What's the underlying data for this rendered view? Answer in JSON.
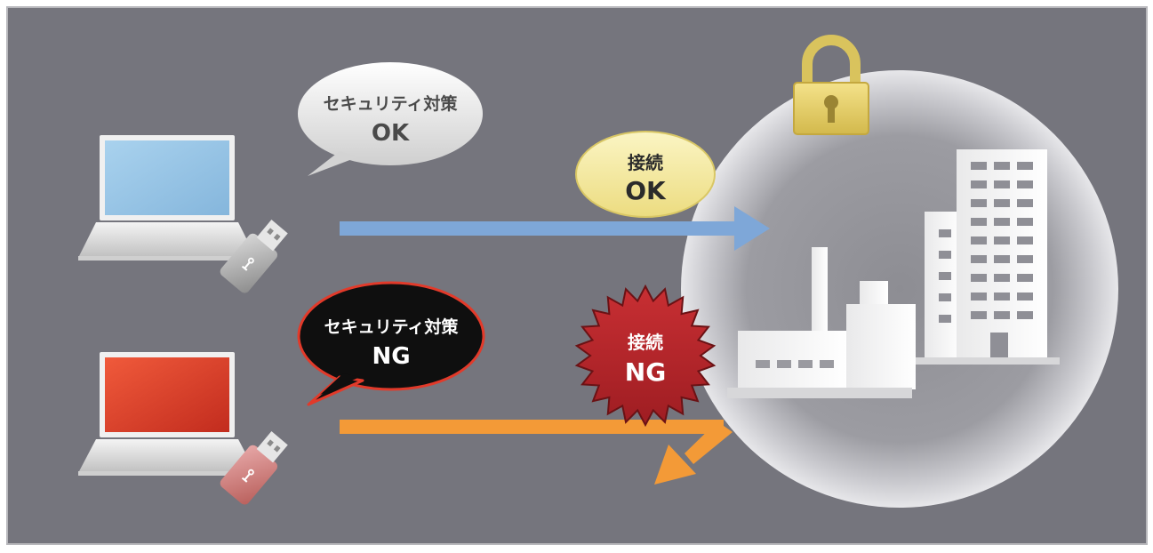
{
  "top_bubble": {
    "line1": "セキュリティ対策",
    "line2": "OK"
  },
  "bottom_bubble": {
    "line1": "セキュリティ対策",
    "line2": "NG"
  },
  "ok_badge": {
    "line1": "接続",
    "line2": "OK"
  },
  "ng_badge": {
    "line1": "接続",
    "line2": "NG"
  },
  "colors": {
    "background": "#75757d",
    "ok_arrow": "#7ea7d8",
    "ng_arrow": "#f39a37",
    "ok_badge": "#f3e899",
    "ng_badge": "#b3242a",
    "lock": "#e6d06a",
    "laptop_ok_screen": "#9ec8e6",
    "laptop_ng_screen": "#e34a2f"
  },
  "icons": [
    "laptop-icon",
    "usb-drive-icon",
    "padlock-icon",
    "factory-icon",
    "office-building-icon",
    "arrow-icon"
  ]
}
